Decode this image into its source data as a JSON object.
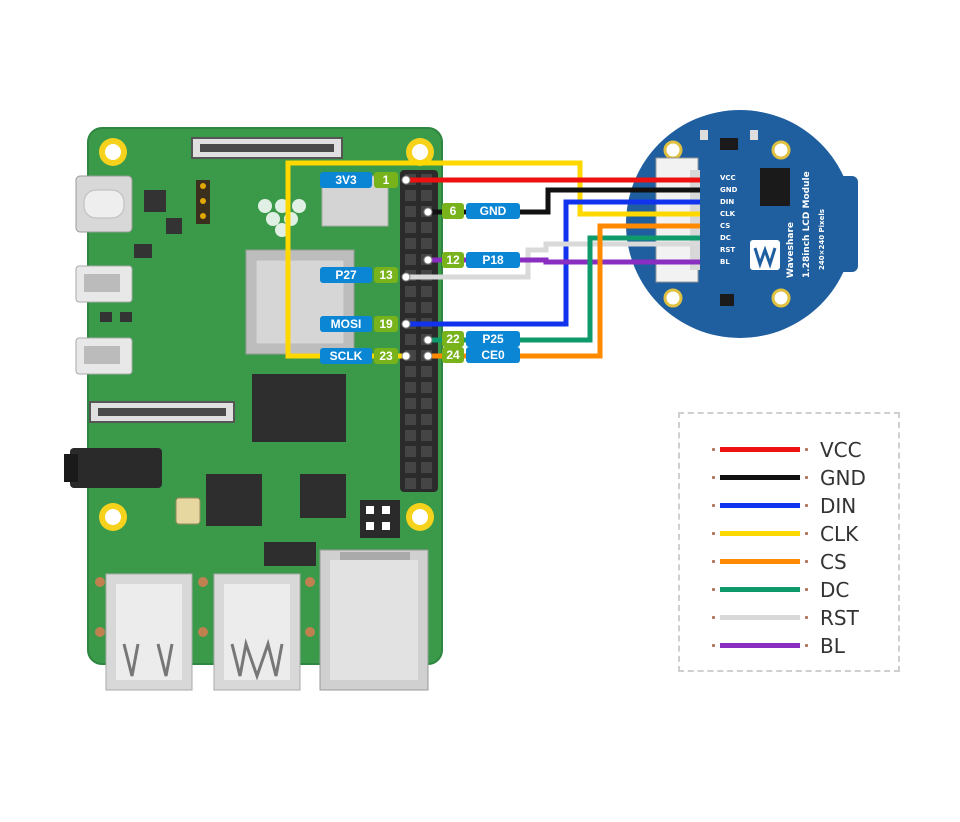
{
  "pi_left_pins": [
    {
      "name": "3V3",
      "num": "1"
    },
    {
      "name": "P27",
      "num": "13"
    },
    {
      "name": "MOSI",
      "num": "19"
    },
    {
      "name": "SCLK",
      "num": "23"
    }
  ],
  "pi_right_pins": [
    {
      "name": "GND",
      "num": "6"
    },
    {
      "name": "P18",
      "num": "12"
    },
    {
      "name": "P25",
      "num": "22"
    },
    {
      "name": "CE0",
      "num": "24"
    }
  ],
  "lcd": {
    "pins": [
      "VCC",
      "GND",
      "DIN",
      "CLK",
      "CS",
      "DC",
      "RST",
      "BL"
    ],
    "brand": "Waveshare",
    "model": "1.28inch LCD Module",
    "resolution": "240×240 Pixels"
  },
  "legend": [
    {
      "label": "VCC",
      "color": "#ee1111"
    },
    {
      "label": "GND",
      "color": "#111111"
    },
    {
      "label": "DIN",
      "color": "#1133ee"
    },
    {
      "label": "CLK",
      "color": "#ffd800"
    },
    {
      "label": "CS",
      "color": "#ff8a00"
    },
    {
      "label": "DC",
      "color": "#0e9a6a"
    },
    {
      "label": "RST",
      "color": "#d9d9d9"
    },
    {
      "label": "BL",
      "color": "#8a2ec2"
    }
  ]
}
